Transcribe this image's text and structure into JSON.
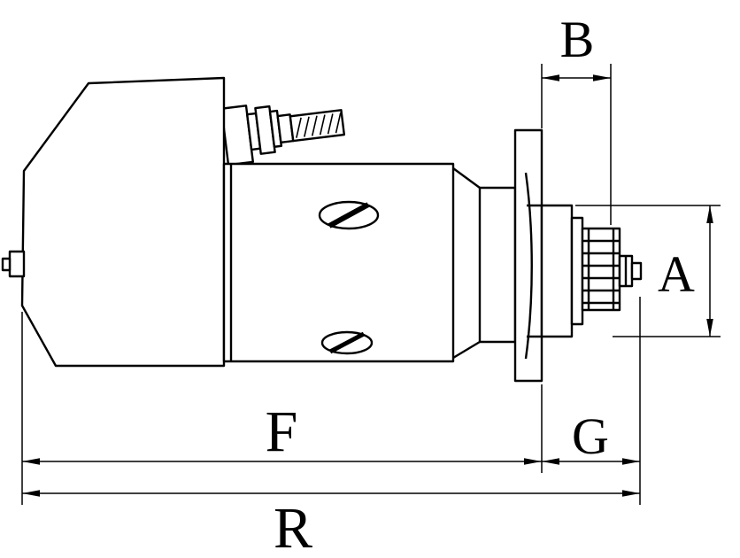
{
  "labels": {
    "A": "A",
    "B": "B",
    "F": "F",
    "G": "G",
    "R": "R"
  },
  "colors": {
    "line": "#000000",
    "background": "#ffffff",
    "fill": "#ffffff"
  }
}
